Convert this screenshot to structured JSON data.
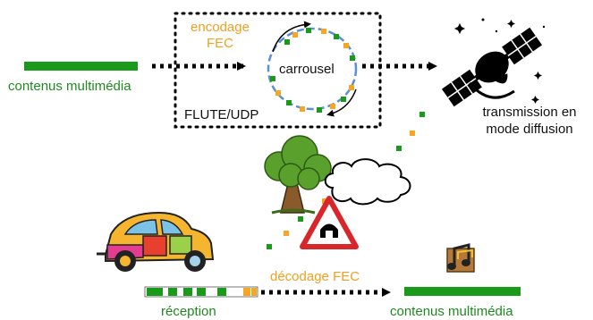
{
  "labels": {
    "input_content": "contenus multimédia",
    "encoding": "encodage FEC",
    "carousel": "carrousel",
    "protocol": "FLUTE/UDP",
    "broadcast": "transmission en mode diffusion",
    "reception": "réception",
    "decoding": "décodage FEC",
    "output_content": "contenus multimédia"
  },
  "colors": {
    "content_bar": "#1a9a1a",
    "fec_orange": "#f5a623",
    "carousel_circle": "#5b8fd6",
    "text_green": "#1f8a1f",
    "text_orange": "#f0a020"
  },
  "icons": [
    "satellite-icon",
    "tree-icon",
    "cloud-icon",
    "tunnel-warning-sign-icon",
    "car-icon",
    "music-notes-icon"
  ]
}
